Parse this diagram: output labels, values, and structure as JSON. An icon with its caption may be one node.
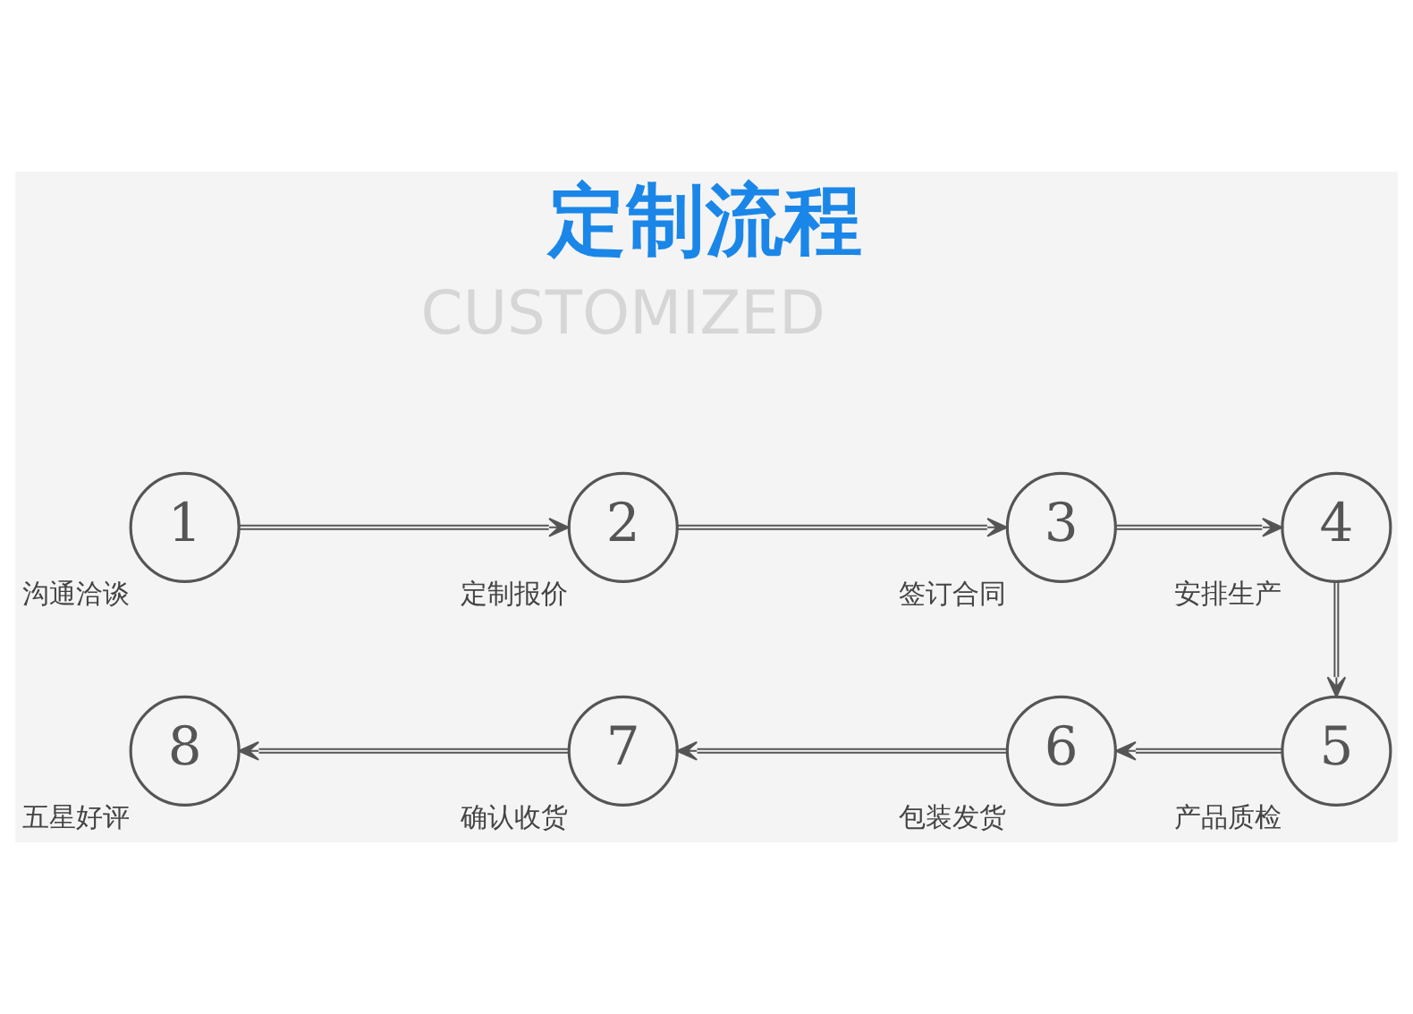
{
  "diagram": {
    "title": "定制流程",
    "nodes": [
      {
        "text": [
          "1"
        ],
        "beside": [
          "沟通洽谈"
        ]
      },
      {
        "text": [
          "2"
        ],
        "beside": [
          "定制报价"
        ]
      },
      {
        "text": [
          "3"
        ],
        "beside": [
          "签订合同"
        ]
      },
      {
        "text": [
          "4"
        ],
        "beside": [
          "安排生产"
        ]
      },
      {
        "text": [
          "5"
        ],
        "beside": [
          "产品质检"
        ]
      },
      {
        "text": [
          "6"
        ],
        "beside": [
          "包装发货"
        ]
      },
      {
        "text": [
          "7"
        ],
        "beside": [
          "确认收货"
        ]
      },
      {
        "text": [
          "8"
        ],
        "beside": [
          "五星好评"
        ]
      }
    ],
    "edges": [
      {
        "from": 0,
        "to": 1,
        "arrow": "to"
      },
      {
        "from": 1,
        "to": 2,
        "arrow": "to"
      },
      {
        "from": 2,
        "to": 3,
        "arrow": "to"
      },
      {
        "from": 3,
        "to": 4,
        "arrow": "to"
      },
      {
        "from": 4,
        "to": 5,
        "arrow": "to"
      },
      {
        "from": 5,
        "to": 6,
        "arrow": "to"
      },
      {
        "from": 6,
        "to": 7,
        "arrow": "to"
      }
    ],
    "labels": [
      "CUSTOMIZED"
    ]
  }
}
